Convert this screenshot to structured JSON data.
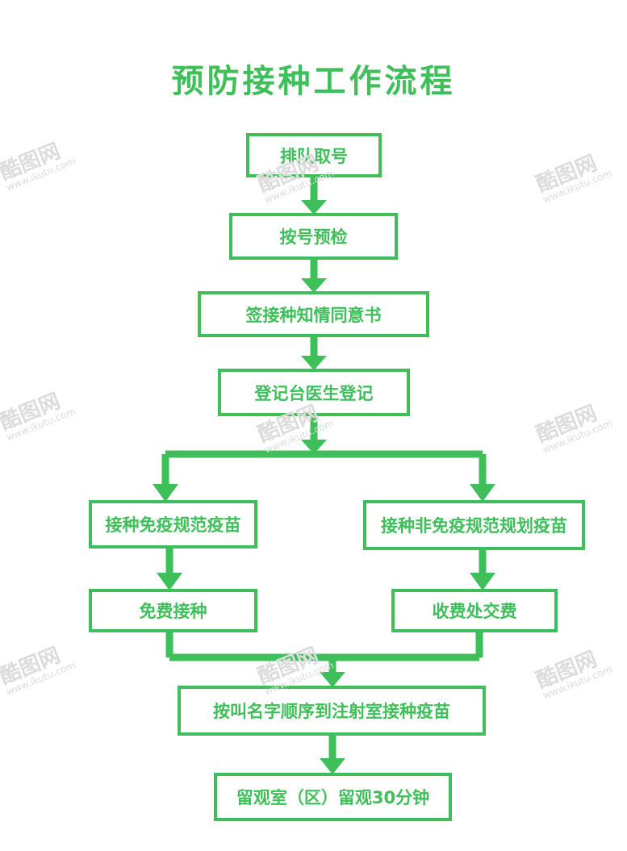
{
  "title": "预防接种工作流程",
  "steps": {
    "queue": "排队取号",
    "precheck": "按号预检",
    "consent": "签接种知情同意书",
    "register": "登记台医生登记",
    "free_vaccine": "接种免疫规范疫苗",
    "nonfree_vaccine": "接种非免疫规范规划疫苗",
    "free_shot": "免费接种",
    "pay": "收费处交费",
    "injection": "按叫名字顺序到注射室接种疫苗",
    "observe": "留观室（区）留观30分钟"
  },
  "watermark": {
    "brand": "酷图网",
    "url": "www.ikutu.com"
  },
  "colors": {
    "accent": "#3fbf5a"
  }
}
